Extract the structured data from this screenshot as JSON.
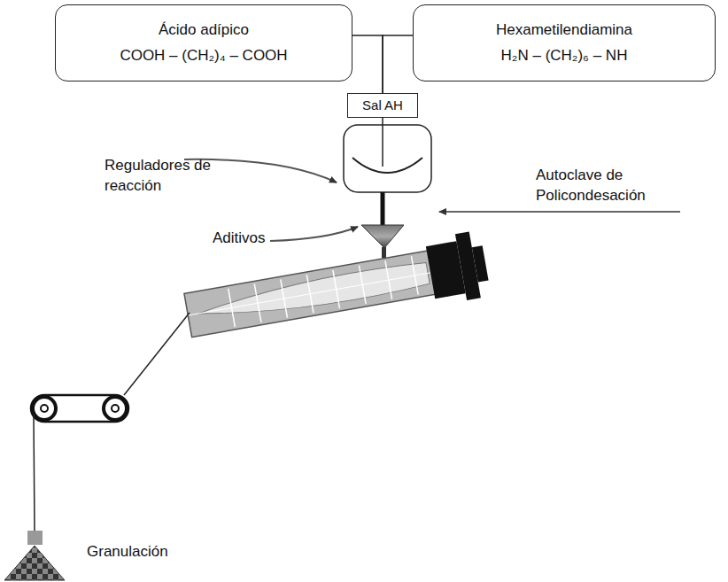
{
  "diagram": {
    "nodes": [
      {
        "text": [
          "Ácido adípico",
          "COOH – (CH₂)₄ – COOH"
        ]
      },
      {
        "text": [
          "Hexametilendiamina",
          "H₂N – (CH₂)₆ – NH"
        ]
      },
      {
        "text": [
          "Sal AH"
        ]
      }
    ],
    "edges": [
      {
        "from": 0,
        "to": 2,
        "arrow": "none"
      },
      {
        "from": 1,
        "to": 2,
        "arrow": "none"
      }
    ],
    "labels": [
      "Reguladores de reacción",
      "Autoclave de Policondesación",
      "Aditivos",
      "Granulación"
    ]
  }
}
